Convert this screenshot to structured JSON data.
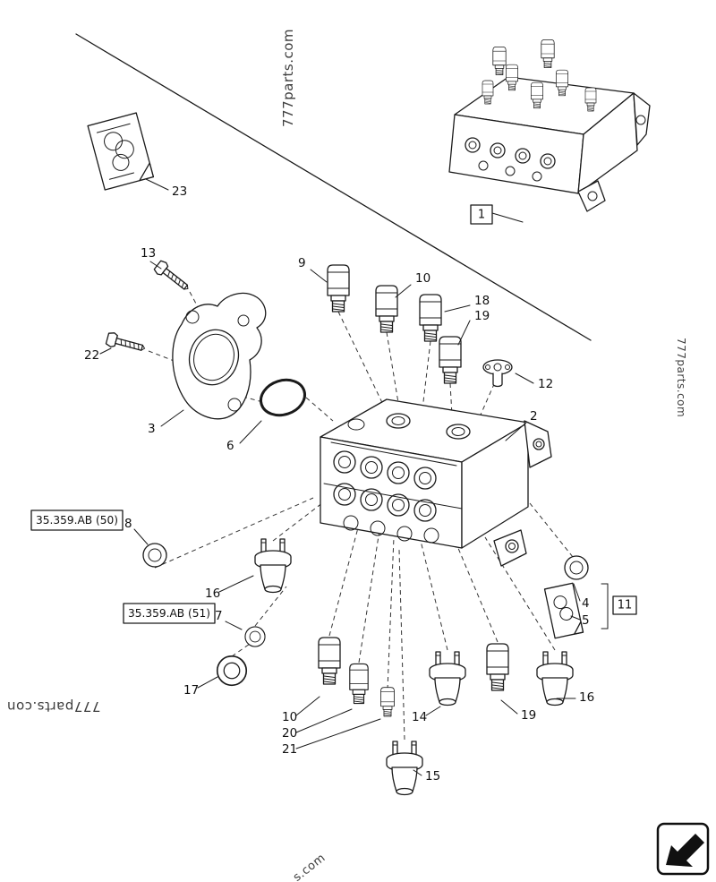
{
  "diagram": {
    "watermark_top": "777parts.com",
    "watermark_right": "777parts.com",
    "watermark_left": "777parts.con",
    "watermark_bottom": "s.com"
  },
  "refs": {
    "assembly_box": "1",
    "group_box": "11",
    "ref_50": "35.359.AB (50)",
    "ref_51": "35.359.AB (51)"
  },
  "callouts": [
    {
      "label": "23"
    },
    {
      "label": "13"
    },
    {
      "label": "22"
    },
    {
      "label": "9"
    },
    {
      "label": "10"
    },
    {
      "label": "18"
    },
    {
      "label": "19"
    },
    {
      "label": "12"
    },
    {
      "label": "2"
    },
    {
      "label": "3"
    },
    {
      "label": "6"
    },
    {
      "label": "8"
    },
    {
      "label": "16"
    },
    {
      "label": "7"
    },
    {
      "label": "17"
    },
    {
      "label": "10"
    },
    {
      "label": "20"
    },
    {
      "label": "21"
    },
    {
      "label": "14"
    },
    {
      "label": "19"
    },
    {
      "label": "16"
    },
    {
      "label": "15"
    },
    {
      "label": "4"
    },
    {
      "label": "5"
    }
  ]
}
